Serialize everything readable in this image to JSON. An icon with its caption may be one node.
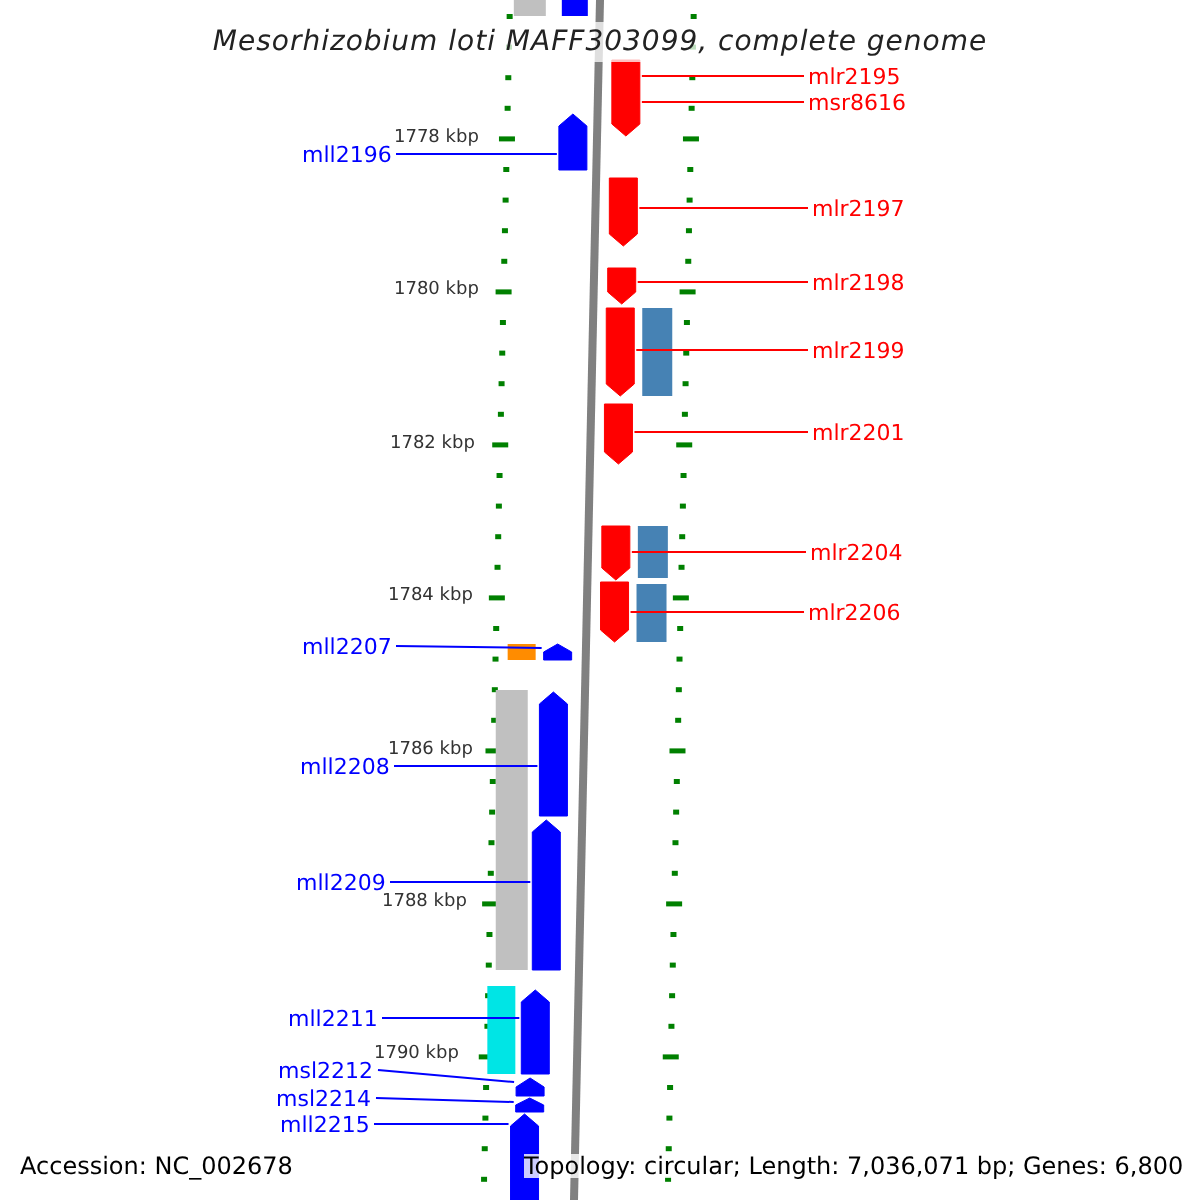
{
  "diagram": {
    "title": "Mesorhizobium loti MAFF303099, complete genome",
    "nodes": [
      {
        "text": [
          "mlr2195"
        ]
      },
      {
        "text": [
          "msr8616"
        ]
      },
      {
        "text": [
          "mll2196"
        ]
      },
      {
        "text": [
          "mlr2197"
        ]
      },
      {
        "text": [
          "mlr2198"
        ]
      },
      {
        "text": [
          "mlr2199"
        ]
      },
      {
        "text": [
          "mlr2201"
        ]
      },
      {
        "text": [
          "mlr2204"
        ]
      },
      {
        "text": [
          "mlr2206"
        ]
      },
      {
        "text": [
          "mll2207"
        ]
      },
      {
        "text": [
          "mll2208"
        ]
      },
      {
        "text": [
          "mll2209"
        ]
      },
      {
        "text": [
          "mll2211"
        ]
      },
      {
        "text": [
          "msl2212"
        ]
      },
      {
        "text": [
          "msl2214"
        ]
      },
      {
        "text": [
          "mll2215"
        ]
      },
      {
        "text": [],
        "shape": "arrow"
      },
      {
        "text": [],
        "shape": "arrow"
      },
      {
        "text": [],
        "shape": "arrow"
      },
      {
        "text": [],
        "shape": "arrow"
      },
      {
        "text": [],
        "shape": "arrow"
      },
      {
        "text": [],
        "shape": "arrow"
      },
      {
        "text": [],
        "shape": "arrow"
      },
      {
        "text": [],
        "shape": "arrow"
      },
      {
        "text": [],
        "shape": "arrow"
      },
      {
        "text": [],
        "shape": "arrow"
      },
      {
        "text": [],
        "shape": "arrow"
      },
      {
        "text": [],
        "shape": "arrow"
      },
      {
        "text": [],
        "shape": "arrow"
      },
      {
        "text": [],
        "shape": "arrow"
      },
      {
        "text": [],
        "shape": "arrow"
      }
    ],
    "edges": [
      {
        "from": 0,
        "to": 16,
        "arrow": "none"
      },
      {
        "from": 1,
        "to": 16,
        "arrow": "none"
      },
      {
        "from": 2,
        "to": 17,
        "arrow": "none",
        "color": "#0000ff"
      },
      {
        "from": 3,
        "to": 18,
        "arrow": "none"
      },
      {
        "from": 4,
        "to": 19,
        "arrow": "none"
      },
      {
        "from": 5,
        "to": 20,
        "arrow": "none"
      },
      {
        "from": 6,
        "to": 21,
        "arrow": "none"
      },
      {
        "from": 7,
        "to": 22,
        "arrow": "none"
      },
      {
        "from": 8,
        "to": 23,
        "arrow": "none"
      },
      {
        "from": 9,
        "to": 24,
        "arrow": "none",
        "color": "#0000ff"
      },
      {
        "from": 10,
        "to": 25,
        "arrow": "none",
        "color": "#0000ff"
      },
      {
        "from": 11,
        "to": 26,
        "arrow": "none",
        "color": "#0000ff"
      },
      {
        "from": 12,
        "to": 27,
        "arrow": "none",
        "color": "#0000ff"
      },
      {
        "from": 13,
        "to": 28,
        "arrow": "none",
        "color": "#0000ff"
      },
      {
        "from": 14,
        "to": 29,
        "arrow": "none",
        "color": "#0000ff"
      },
      {
        "from": 15,
        "to": 30,
        "arrow": "none",
        "color": "#0000ff"
      }
    ],
    "labels": [
      "1778 kbp",
      "1780 kbp",
      "1782 kbp",
      "1784 kbp",
      "1786 kbp",
      "1788 kbp",
      "1790 kbp",
      "Accession: NC_002678",
      "Topology: circular; Length: 7,036,071 bp; Genes: 6,800"
    ]
  }
}
